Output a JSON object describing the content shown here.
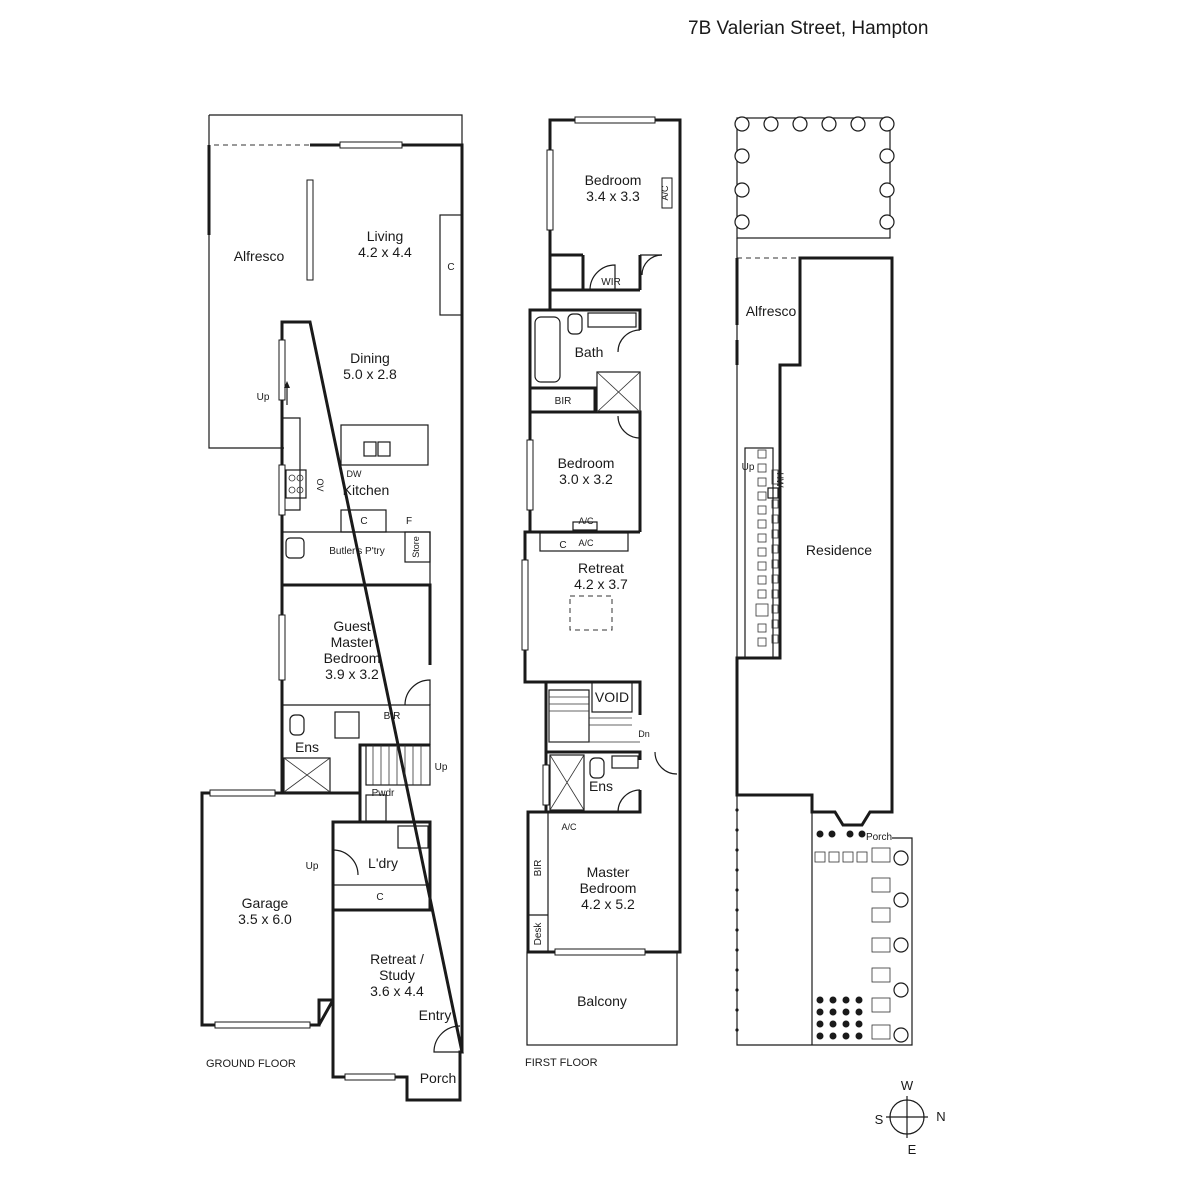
{
  "address": "7B Valerian Street, Hampton",
  "floor_labels": {
    "ground": "GROUND FLOOR",
    "first": "FIRST FLOOR"
  },
  "ground_rooms": {
    "alfresco": "Alfresco",
    "living": {
      "name": "Living",
      "size": "4.2 x 4.4"
    },
    "dining": {
      "name": "Dining",
      "size": "5.0 x 2.8"
    },
    "kitchen": "Kitchen",
    "butlers": "Butler's P'try",
    "store": "Store",
    "guest": {
      "line1": "Guest",
      "line2": "Master",
      "line3": "Bedroom",
      "size": "3.9 x 3.2"
    },
    "ens": "Ens",
    "bir": "BIR",
    "pwdr": "Pwdr",
    "ldry": "L'dry",
    "garage": {
      "name": "Garage",
      "size": "3.5 x 6.0"
    },
    "retreat": {
      "line1": "Retreat /",
      "line2": "Study",
      "size": "3.6 x 4.4"
    },
    "entry": "Entry",
    "porch": "Porch"
  },
  "ground_symbols": {
    "c": "C",
    "f": "F",
    "dw": "DW",
    "ov": "OV",
    "up": "Up"
  },
  "first_rooms": {
    "bedroom1": {
      "name": "Bedroom",
      "size": "3.4 x 3.3"
    },
    "wir": "WIR",
    "bath": "Bath",
    "bir": "BIR",
    "bedroom2": {
      "name": "Bedroom",
      "size": "3.0 x 3.2"
    },
    "retreat": {
      "name": "Retreat",
      "size": "4.2 x 3.7"
    },
    "void": "VOID",
    "ens": "Ens",
    "master": {
      "line1": "Master",
      "line2": "Bedroom",
      "size": "4.2 x 5.2"
    },
    "bir2": "BIR",
    "desk": "Desk",
    "balcony": "Balcony"
  },
  "first_symbols": {
    "ac": "A/C",
    "c": "C",
    "dn": "Dn"
  },
  "site": {
    "alfresco": "Alfresco",
    "residence": "Residence",
    "porch": "Porch",
    "up": "Up",
    "hw": "HW"
  },
  "compass": {
    "w": "W",
    "n": "N",
    "s": "S",
    "e": "E"
  }
}
